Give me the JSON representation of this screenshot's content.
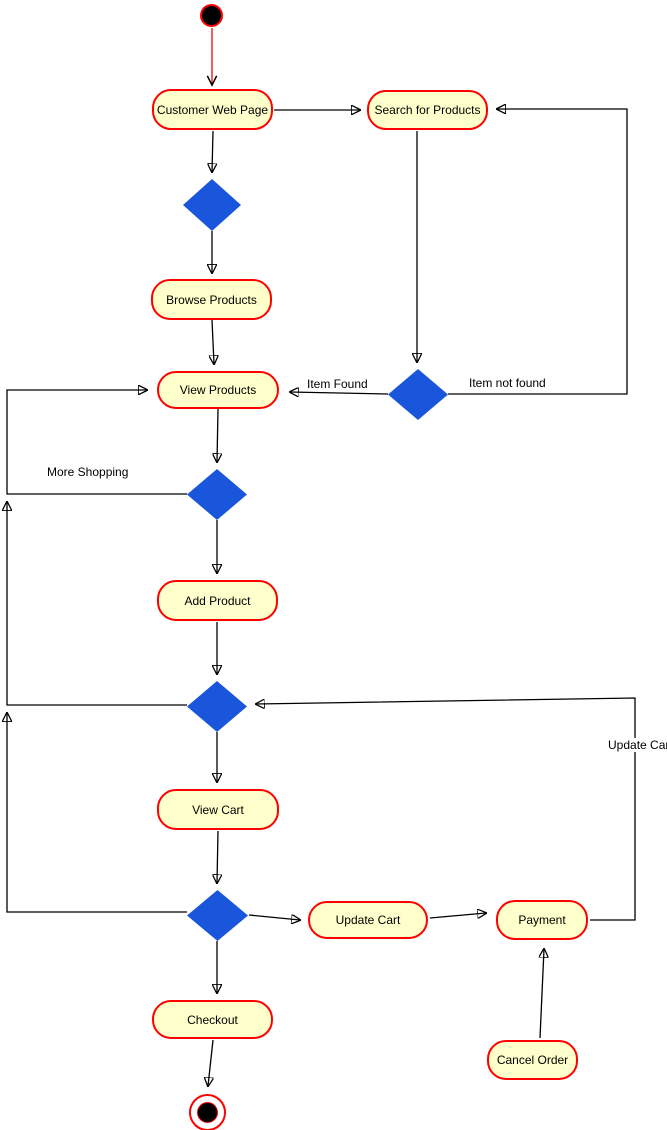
{
  "diagram": {
    "type": "uml-activity-diagram",
    "colors": {
      "activity_fill": "#FFFFCC",
      "activity_border": "#FF0000",
      "decision_fill": "#1A56DB",
      "edge_color": "#000000",
      "start_edge_color": "#FF0000",
      "background": "#FFFFFF"
    }
  },
  "nodes": {
    "customer_web_page": {
      "label": "Customer Web Page"
    },
    "search_for_products": {
      "label": "Search for Products"
    },
    "browse_products": {
      "label": "Browse Products"
    },
    "view_products": {
      "label": "View Products"
    },
    "add_product": {
      "label": "Add Product"
    },
    "view_cart": {
      "label": "View Cart"
    },
    "update_cart": {
      "label": "Update Cart"
    },
    "payment": {
      "label": "Payment"
    },
    "checkout": {
      "label": "Checkout"
    },
    "cancel_order": {
      "label": "Cancel Order"
    }
  },
  "edge_labels": {
    "item_found": "Item Found",
    "item_not_found": "Item not found",
    "more_shopping": "More Shopping",
    "update_cart": "Update Cart"
  }
}
